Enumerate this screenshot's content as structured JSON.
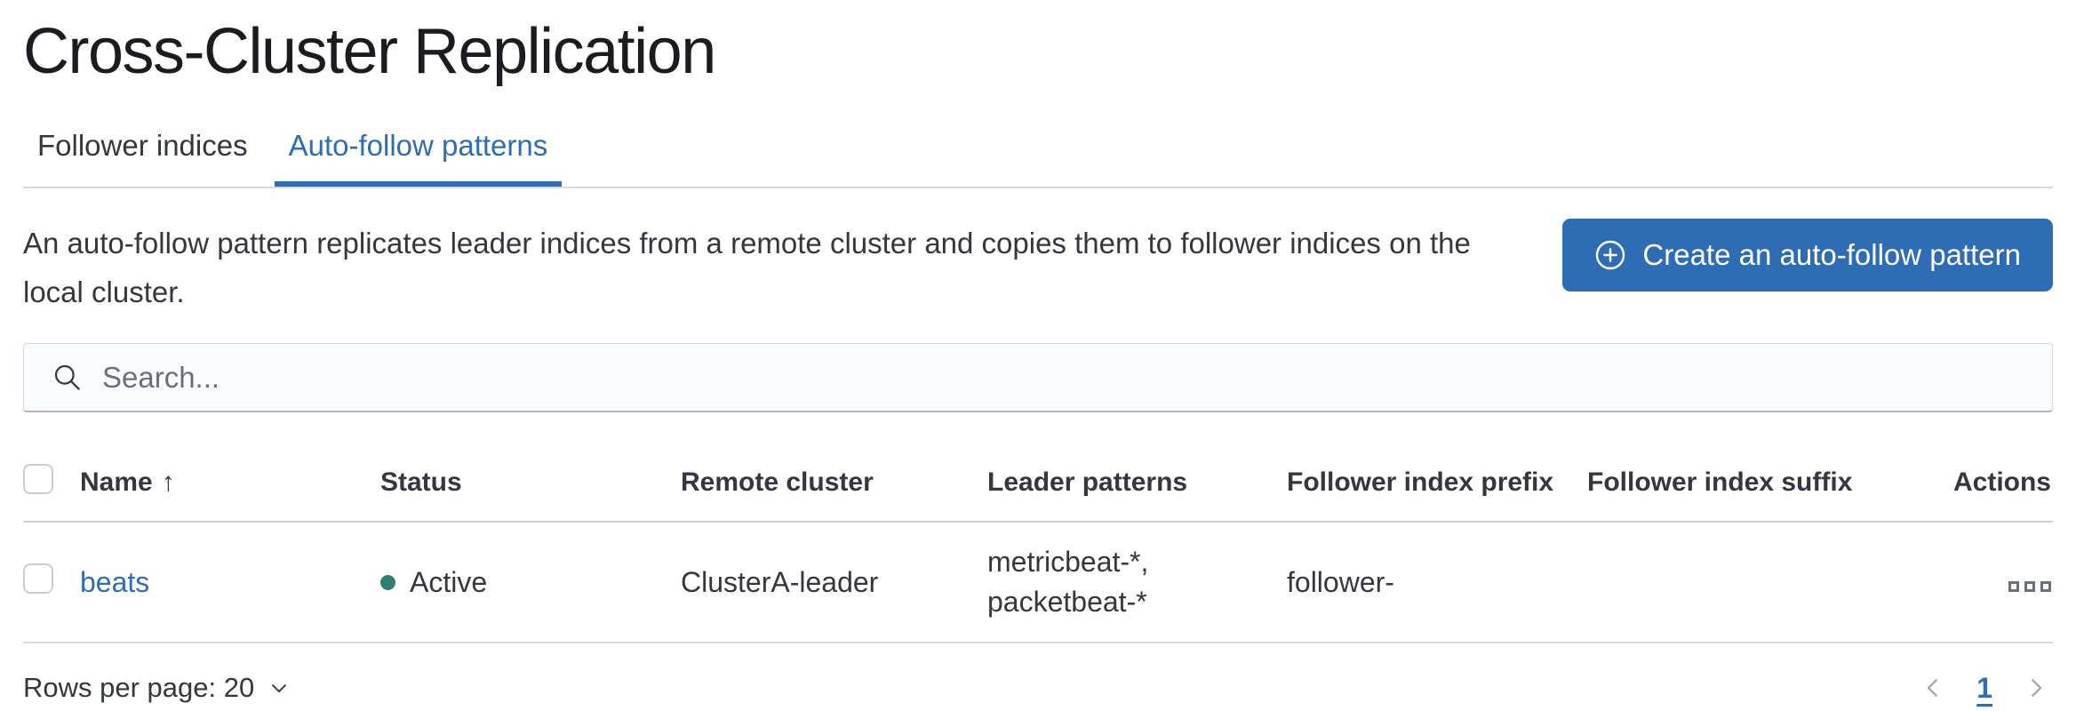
{
  "page": {
    "title": "Cross-Cluster Replication"
  },
  "tabs": [
    {
      "label": "Follower indices",
      "active": false
    },
    {
      "label": "Auto-follow patterns",
      "active": true
    }
  ],
  "description": "An auto-follow pattern replicates leader indices from a remote cluster and copies them to follower indices on the local cluster.",
  "create_button": {
    "label": "Create an auto-follow pattern",
    "icon": "plus-in-circle-icon"
  },
  "search": {
    "placeholder": "Search...",
    "icon": "search-icon"
  },
  "table": {
    "columns": [
      "Name",
      "Status",
      "Remote cluster",
      "Leader patterns",
      "Follower index prefix",
      "Follower index suffix",
      "Actions"
    ],
    "sort": {
      "column": "Name",
      "direction": "ascending",
      "arrow_glyph": "↑"
    },
    "rows": [
      {
        "name": "beats",
        "status": "Active",
        "remote_cluster": "ClusterA-leader",
        "leader_patterns": "metricbeat-*, packetbeat-*",
        "follower_index_prefix": "follower-",
        "follower_index_suffix": "",
        "actions_icon": "boxes-horizontal-icon"
      }
    ]
  },
  "footer": {
    "rows_per_page_label": "Rows per page: 20",
    "pagination": {
      "current_page": "1"
    }
  },
  "colors": {
    "primary": "#2e6db4",
    "link": "#2e6db4",
    "status_active_dot": "#2f7d73",
    "title_text": "#1a1c21",
    "body_text": "#343741",
    "muted_text": "#69707d",
    "border_light": "#d3dae6",
    "pagination_disabled": "#98a2b3",
    "search_background": "#fafbfd"
  }
}
